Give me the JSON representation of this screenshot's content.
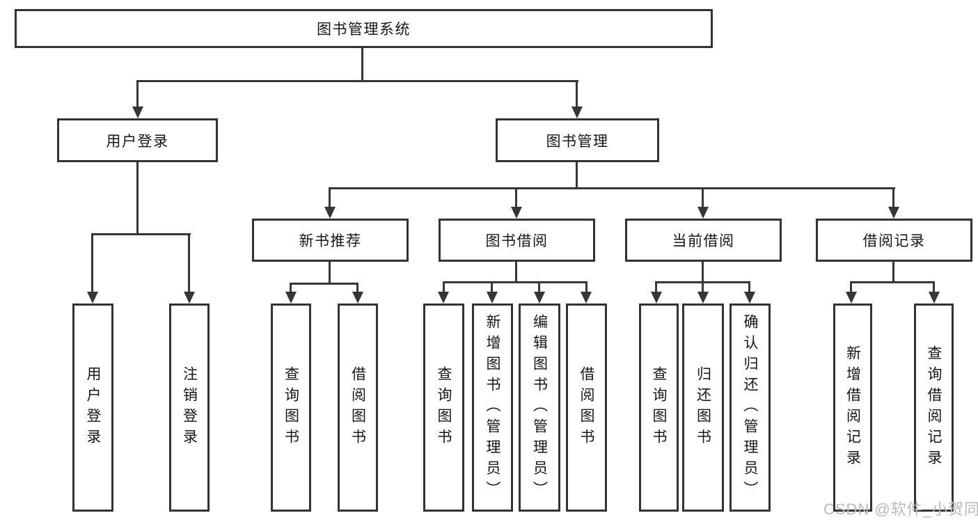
{
  "diagram": {
    "root": "图书管理系统",
    "branches": {
      "user_login": {
        "label": "用户登录",
        "children": [
          "用户登录",
          "注销登录"
        ]
      },
      "book_mgmt": {
        "label": "图书管理",
        "sections": {
          "new_rec": {
            "label": "新书推荐",
            "children": [
              "查询图书",
              "借阅图书"
            ]
          },
          "book_borrow": {
            "label": "图书借阅",
            "children": [
              "查询图书",
              "新增图书（管理员）",
              "编辑图书（管理员）",
              "借阅图书"
            ]
          },
          "cur_borrow": {
            "label": "当前借阅",
            "children": [
              "查询图书",
              "归还图书",
              "确认归还（管理员）"
            ]
          },
          "bor_records": {
            "label": "借阅记录",
            "children": [
              "新增借阅记录",
              "查询借阅记录"
            ]
          }
        }
      }
    },
    "colors": {
      "line": "#363636",
      "border": "#333333",
      "text": "#161616",
      "watermark": "#b9b9b9"
    }
  },
  "watermark": "CSDN @软件_小贺同学"
}
